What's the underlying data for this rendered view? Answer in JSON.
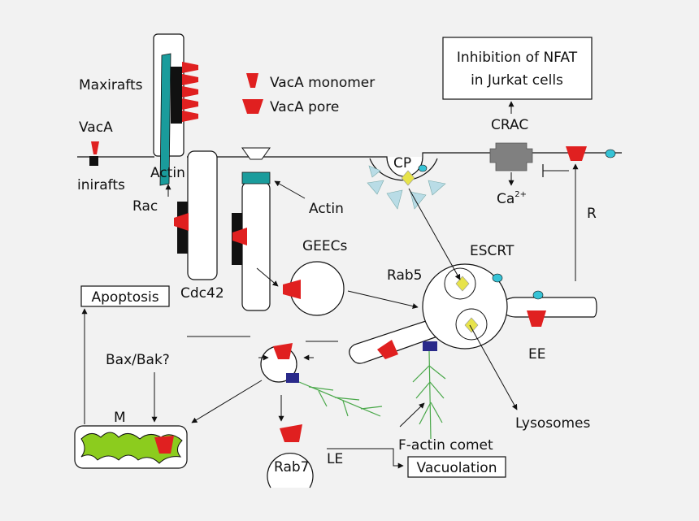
{
  "colors": {
    "background": "#f2f2f2",
    "vaca_red": "#e02020",
    "raft_black": "#111111",
    "actin_teal": "#1a9c9c",
    "cp_blue": "#b9dce6",
    "cyan_channel": "#36c3d6",
    "diamond_yellow": "#e7e34a",
    "mito_green": "#8ccc1e",
    "comet_green": "#4aa84a",
    "crac_gray": "#808080",
    "navy_square": "#2a2a8a"
  },
  "labels": {
    "maxirafts": "Maxirafts",
    "vaca": "VacA",
    "minirafts": "inirafts",
    "actin_left": "Actin",
    "rac": "Rac",
    "cdc42": "Cdc42",
    "actin_right": "Actin",
    "geecs": "GEECs",
    "legend_monomer": "VacA monomer",
    "legend_pore": "VacA pore",
    "cp": "CP",
    "nfat_line1": "Inhibition of NFAT",
    "nfat_line2": "in Jurkat cells",
    "crac": "CRAC",
    "ca": "Ca",
    "ca_charge": "2+",
    "r": "R",
    "escrt": "ESCRT",
    "rab5": "Rab5",
    "ee": "EE",
    "lysosomes": "Lysosomes",
    "apoptosis": "Apoptosis",
    "bax_bak": "Bax/Bak?",
    "m": "M",
    "factin_comet": "F-actin comet",
    "le": "LE",
    "rab7": "Rab7",
    "vacuolation": "Vacuolation"
  }
}
